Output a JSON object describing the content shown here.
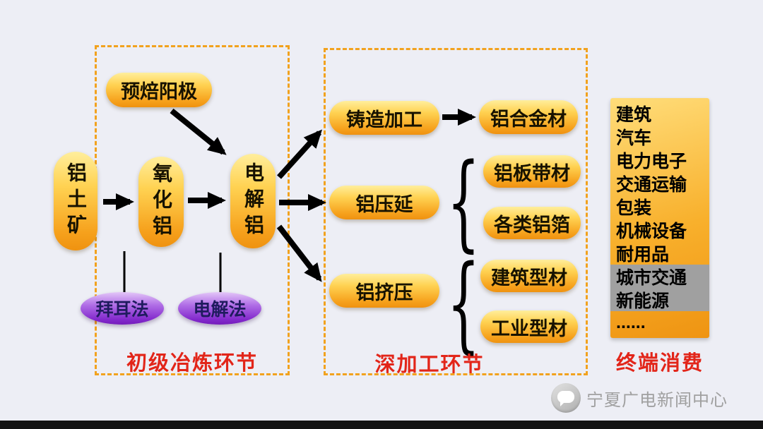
{
  "colors": {
    "background": "#edeef5",
    "node_orange_top": "#ffee9c",
    "node_orange_bottom": "#ef9210",
    "dashed_border": "#f2a21e",
    "stage_label_red": "#e22519",
    "process_purple": "#8228cc",
    "highlight_gray": "#a0a0a0",
    "arrow_black": "#000000"
  },
  "stages": {
    "primary": {
      "label": "初级冶炼环节"
    },
    "processing": {
      "label": "深加工环节"
    },
    "consumption": {
      "label": "终端消费"
    }
  },
  "nodes": {
    "bauxite": "铝土矿",
    "prebaked_anode": "预焙阳极",
    "alumina": "氧化铝",
    "electrolytic_aluminum": "电解铝",
    "bayer_process": "拜耳法",
    "electrolysis_process": "电解法",
    "casting": "铸造加工",
    "aluminum_alloy": "铝合金材",
    "rolling": "铝压延",
    "plate_strip": "铝板带材",
    "foil": "各类铝箔",
    "extrusion": "铝挤压",
    "construction_profile": "建筑型材",
    "industrial_profile": "工业型材"
  },
  "consumption_items": [
    {
      "text": "建筑",
      "highlighted": false
    },
    {
      "text": "汽车",
      "highlighted": false
    },
    {
      "text": "电力电子",
      "highlighted": false
    },
    {
      "text": "交通运输",
      "highlighted": false
    },
    {
      "text": "包装",
      "highlighted": false
    },
    {
      "text": "机械设备",
      "highlighted": false
    },
    {
      "text": "耐用品",
      "highlighted": false
    },
    {
      "text": "城市交通",
      "highlighted": true
    },
    {
      "text": "新能源",
      "highlighted": true
    },
    {
      "text": "......",
      "highlighted": false
    }
  ],
  "braces": {
    "glyph": "{"
  },
  "watermark": {
    "text": "宁夏广电新闻中心",
    "logo": "wechat-chat-bubble-icon"
  }
}
